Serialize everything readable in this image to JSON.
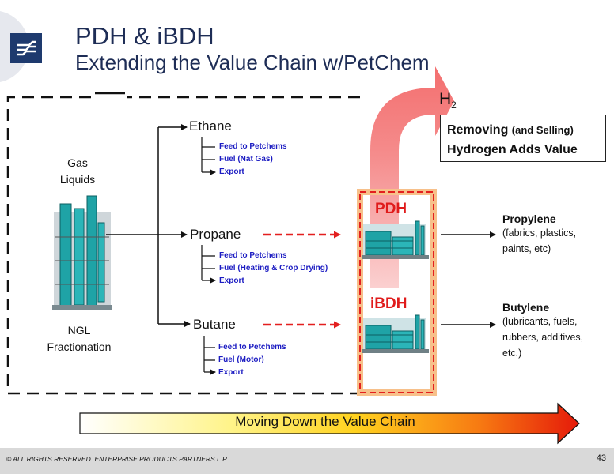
{
  "title": {
    "line1": "PDH & iBDH",
    "line2": "Extending the Value Chain w/PetChem"
  },
  "left": {
    "top_label": [
      "Gas",
      "Liquids"
    ],
    "bottom_label": [
      "NGL",
      "Fractionation"
    ]
  },
  "streams": [
    {
      "name": "Ethane",
      "uses": [
        "Feed to Petchems",
        "Fuel (Nat Gas)",
        "Export"
      ]
    },
    {
      "name": "Propane",
      "uses": [
        "Feed to Petchems",
        "Fuel (Heating & Crop Drying)",
        "Export"
      ]
    },
    {
      "name": "Butane",
      "uses": [
        "Feed to Petchems",
        "Fuel (Motor)",
        "Export"
      ]
    }
  ],
  "units": {
    "pdh": "PDH",
    "ibdh": "iBDH"
  },
  "hydrogen": {
    "symbol": "H",
    "subscript": "2"
  },
  "callout": {
    "part1": "Removing ",
    "part2": "(and Selling)",
    "line2": "Hydrogen Adds Value"
  },
  "products": [
    {
      "title": "Propylene",
      "desc": [
        "(fabrics, plastics,",
        "paints, etc)"
      ]
    },
    {
      "title": "Butylene",
      "desc": [
        "(lubricants, fuels,",
        "rubbers, additives,",
        "etc.)"
      ]
    }
  ],
  "value_chain_label": "Moving Down the Value Chain",
  "footer": {
    "text": "© ALL RIGHTS RESERVED. ENTERPRISE PRODUCTS PARTNERS L.P.",
    "page": "43"
  },
  "colors": {
    "title": "#1e2d56",
    "uses_text": "#1c1cc2",
    "unit_red": "#e01b1b",
    "hydrogen_arrow": "#f47d7d",
    "plant_teal": "#1fa3a6"
  }
}
